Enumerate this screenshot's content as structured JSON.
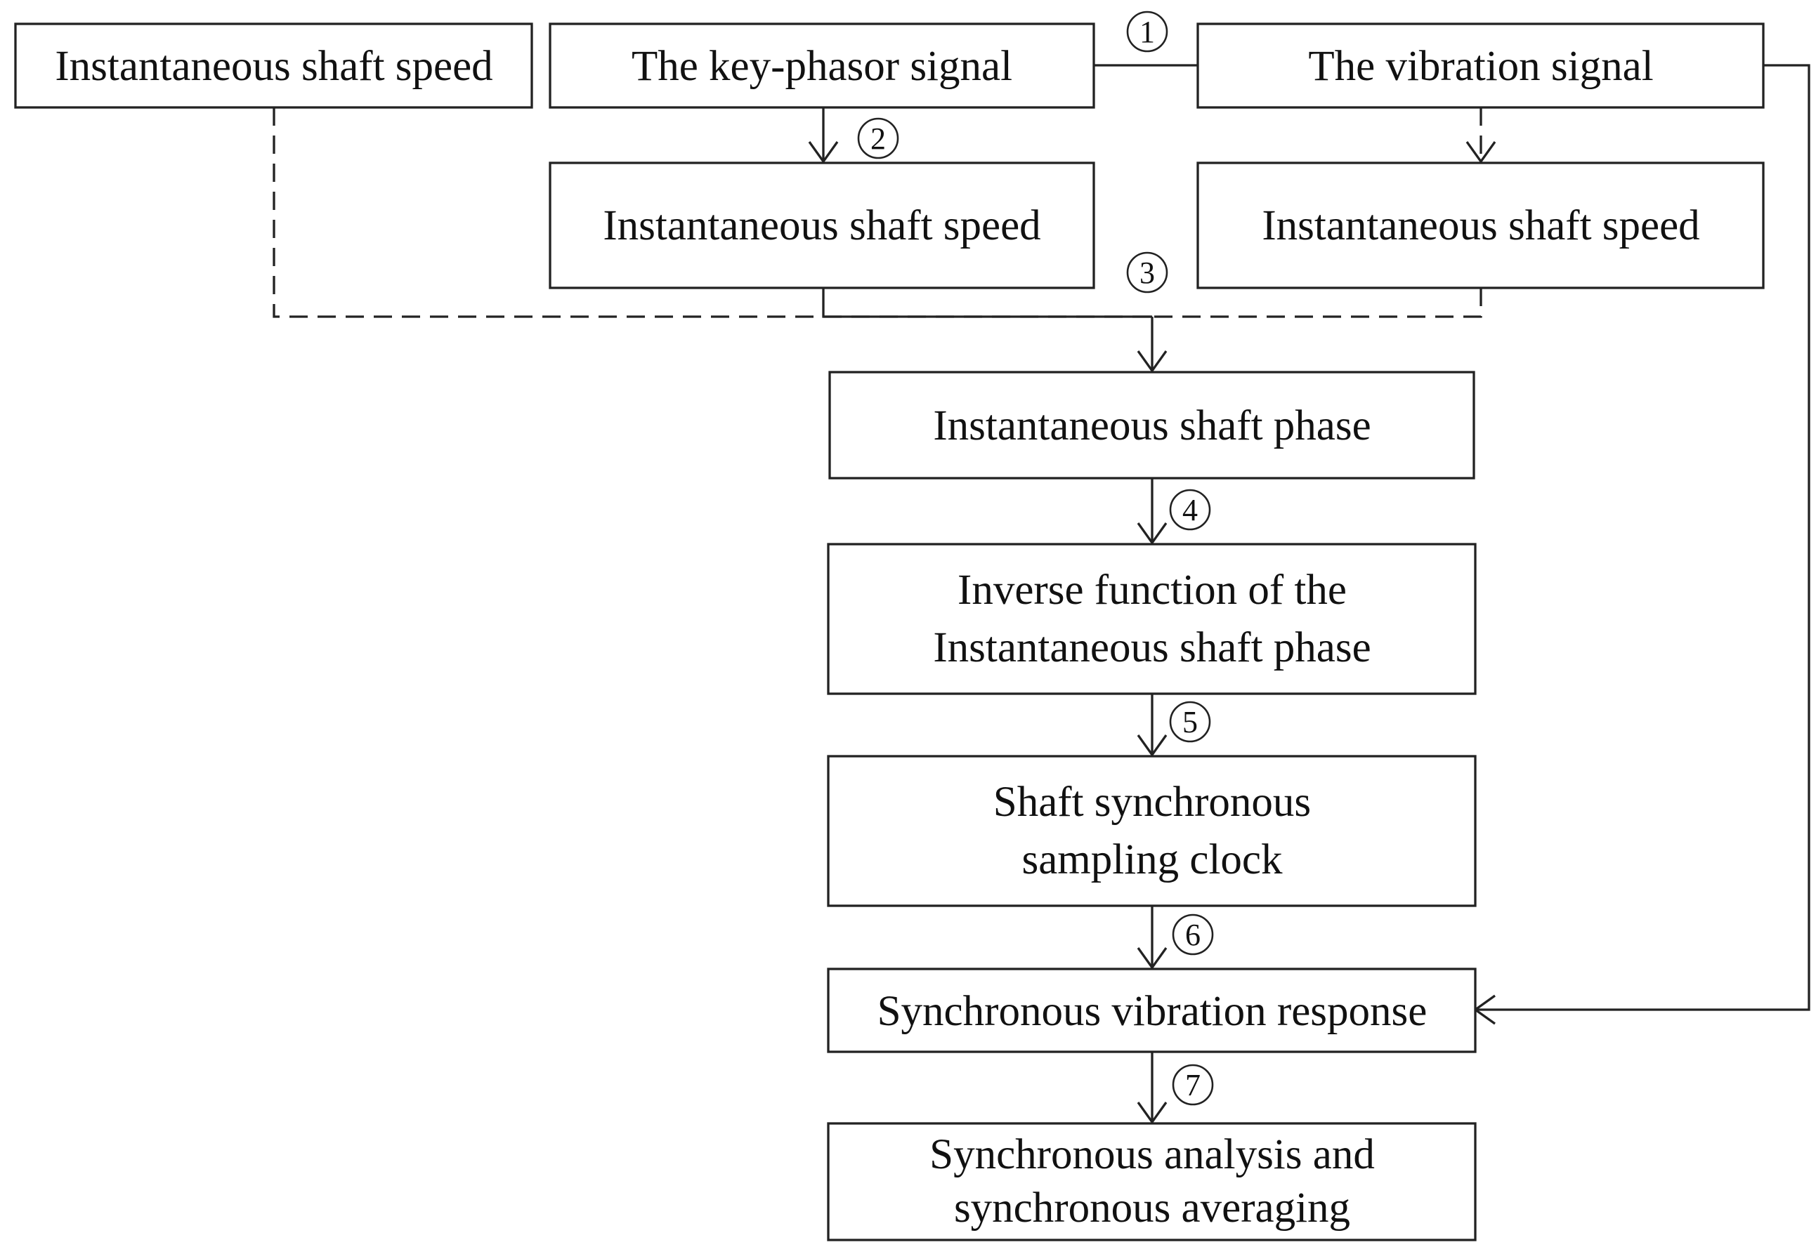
{
  "boxes": {
    "iss_top_left": "Instantaneous shaft speed",
    "keyphasor": "The key-phasor signal",
    "vibration": "The vibration signal",
    "iss_middle": "Instantaneous shaft speed",
    "iss_right": "Instantaneous shaft speed",
    "shaft_phase": "Instantaneous shaft phase",
    "inverse_line1": "Inverse function of the",
    "inverse_line2": "Instantaneous shaft phase",
    "clock_line1": "Shaft synchronous",
    "clock_line2": "sampling clock",
    "response": "Synchronous vibration response",
    "analysis_line1": "Synchronous analysis and",
    "analysis_line2": "synchronous averaging"
  },
  "steps": [
    "1",
    "2",
    "3",
    "4",
    "5",
    "6",
    "7"
  ]
}
